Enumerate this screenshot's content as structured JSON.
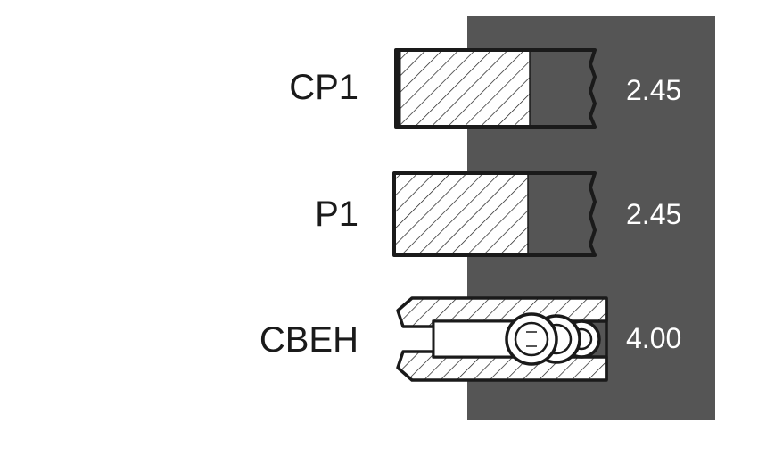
{
  "colors": {
    "panel": "#555555",
    "ink": "#1a1a1a",
    "value_text": "#ffffff"
  },
  "rings": [
    {
      "label": "CP1",
      "value": "2.45"
    },
    {
      "label": "P1",
      "value": "2.45"
    },
    {
      "label": "CBEH",
      "value": "4.00"
    }
  ]
}
